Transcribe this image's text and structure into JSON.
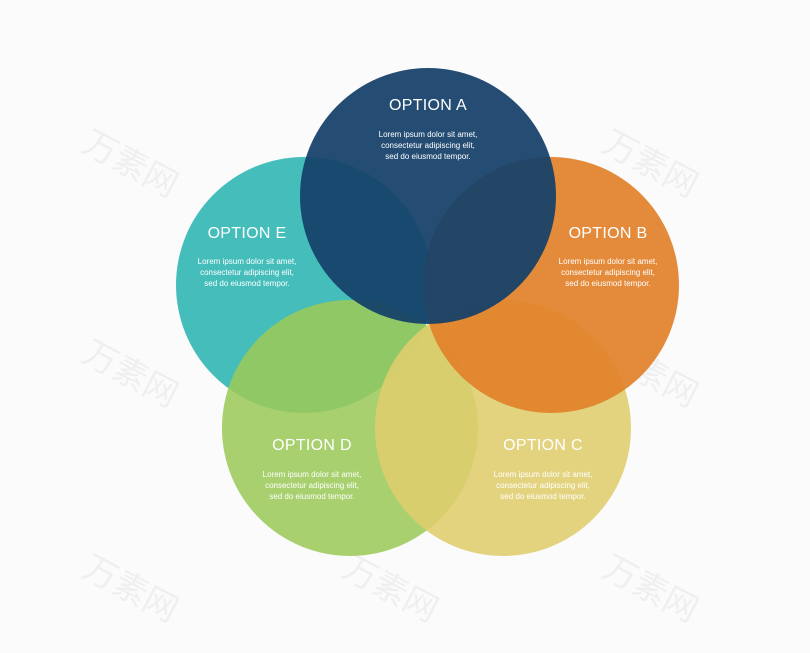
{
  "options": [
    {
      "id": "a",
      "title": "OPTION A",
      "lines": [
        "Lorem ipsum dolor sit amet,",
        "consectetur adipiscing elit,",
        "sed do eiusmod tempor."
      ],
      "color": "#143f69",
      "opacity": 0.93
    },
    {
      "id": "b",
      "title": "OPTION B",
      "lines": [
        "Lorem ipsum dolor sit amet,",
        "consectetur adipiscing elit,",
        "sed do eiusmod tempor."
      ],
      "color": "#e2812a",
      "opacity": 0.92
    },
    {
      "id": "c",
      "title": "OPTION C",
      "lines": [
        "Lorem ipsum dolor sit amet,",
        "consectetur adipiscing elit,",
        "sed do eiusmod tempor."
      ],
      "color": "#dfcd6d",
      "opacity": 0.88
    },
    {
      "id": "d",
      "title": "OPTION D",
      "lines": [
        "Lorem ipsum dolor sit amet,",
        "consectetur adipiscing elit,",
        "sed do eiusmod tempor."
      ],
      "color": "#9cc95a",
      "opacity": 0.88
    },
    {
      "id": "e",
      "title": "OPTION E",
      "lines": [
        "Lorem ipsum dolor sit amet,",
        "consectetur adipiscing elit,",
        "sed do eiusmod tempor."
      ],
      "color": "#2ab4b2",
      "opacity": 0.88
    }
  ],
  "watermark": "万素网",
  "colors": {
    "background": "#fbfbfb",
    "text": "#ffffff"
  }
}
